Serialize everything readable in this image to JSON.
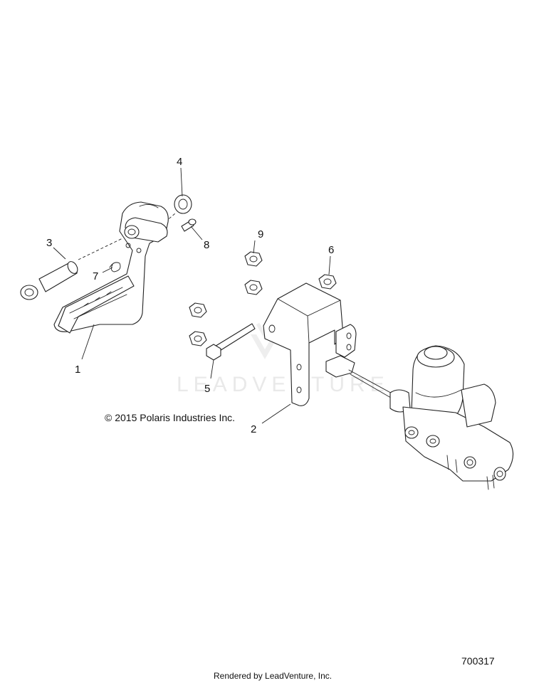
{
  "callouts": {
    "c1": "1",
    "c2": "2",
    "c3": "3",
    "c4": "4",
    "c5": "5",
    "c6": "6",
    "c7": "7",
    "c8": "8",
    "c9": "9"
  },
  "copyright": "© 2015 Polaris Industries Inc.",
  "figure_number": "700317",
  "footer": "Rendered by LeadVenture, Inc.",
  "watermark": "LEADVENTURE"
}
